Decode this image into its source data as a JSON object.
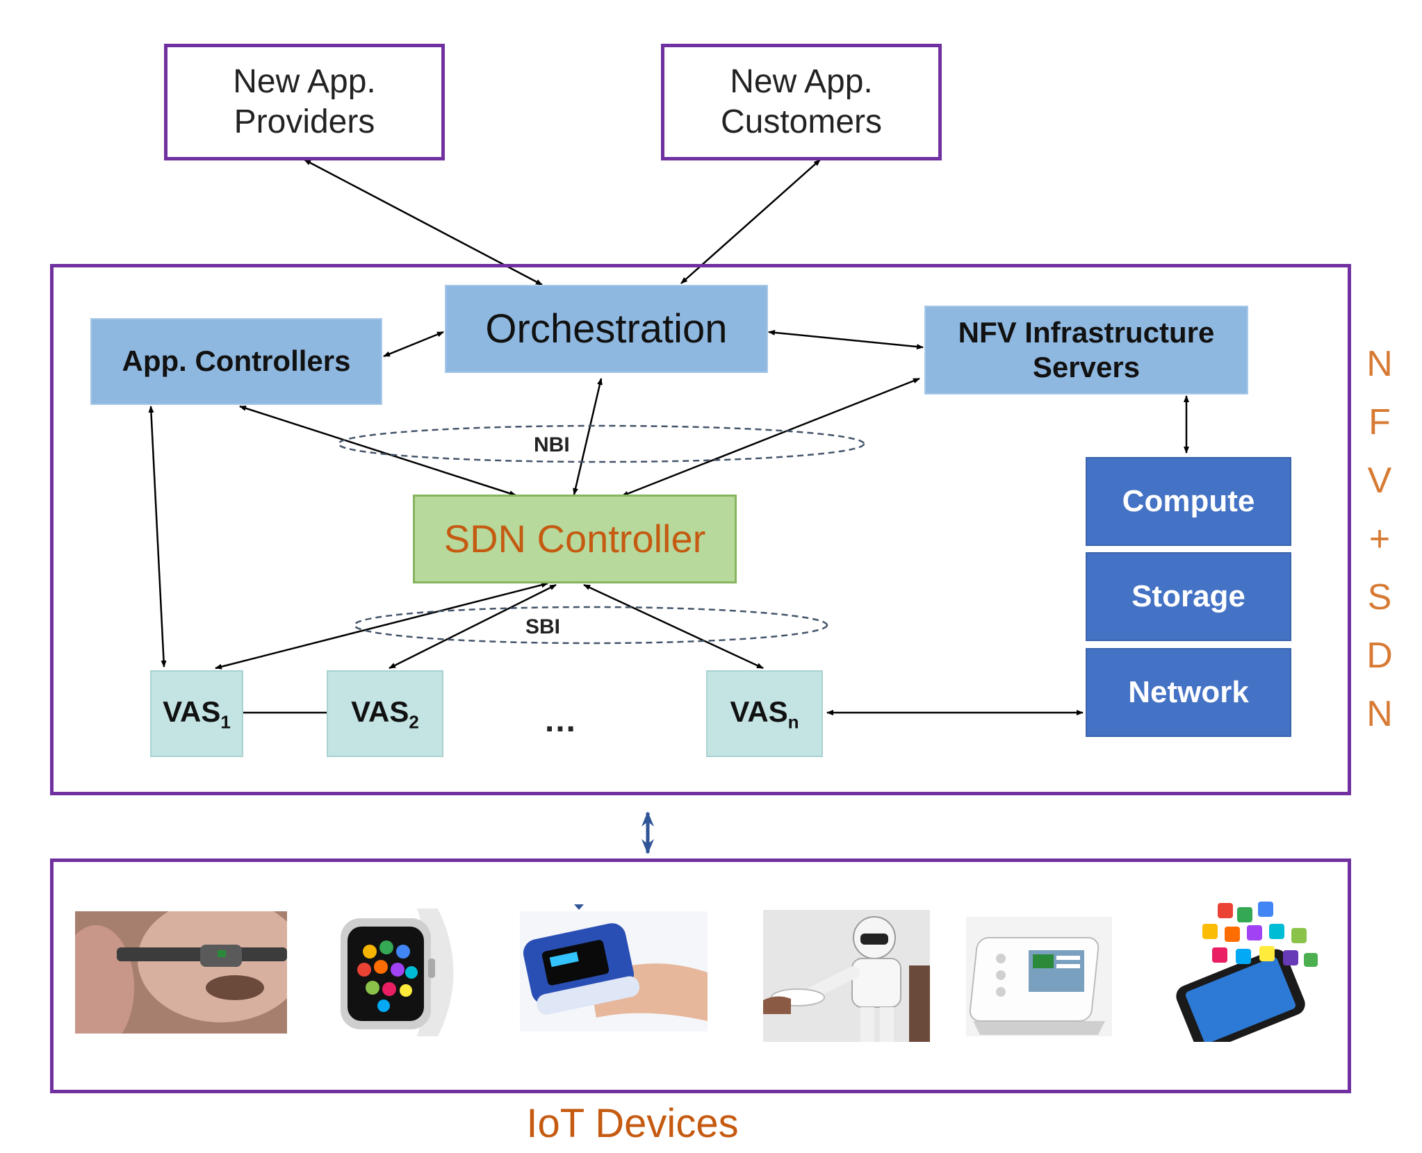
{
  "nodes": {
    "providers": "New App.\nProviders",
    "customers": "New App.\nCustomers",
    "orchestration": "Orchestration",
    "app_controllers": "App. Controllers",
    "nfv_infra": "NFV Infrastructure\nServers",
    "sdn_controller": "SDN Controller",
    "compute": "Compute",
    "storage": "Storage",
    "network": "Network",
    "vas1": "VAS",
    "vas1_sub": "1",
    "vas2": "VAS",
    "vas2_sub": "2",
    "vasn": "VAS",
    "vasn_sub": "n",
    "ellipsis": "…"
  },
  "interfaces": {
    "nbi": "NBI",
    "sbi": "SBI"
  },
  "side_label": [
    "N",
    "F",
    "V",
    "+",
    "S",
    "D",
    "N"
  ],
  "iot": {
    "title": "IoT Devices",
    "devices": [
      "smart-glasses",
      "smart-watch",
      "pulse-oximeter",
      "humanoid-robot",
      "medical-monitor",
      "smartphone-apps"
    ]
  },
  "colors": {
    "frame": "#7030a0",
    "light_blue": "#8fb8e0",
    "dark_blue": "#4472c4",
    "green": "#b7d99c",
    "teal": "#c4e3e3",
    "orange": "#c55a11"
  }
}
